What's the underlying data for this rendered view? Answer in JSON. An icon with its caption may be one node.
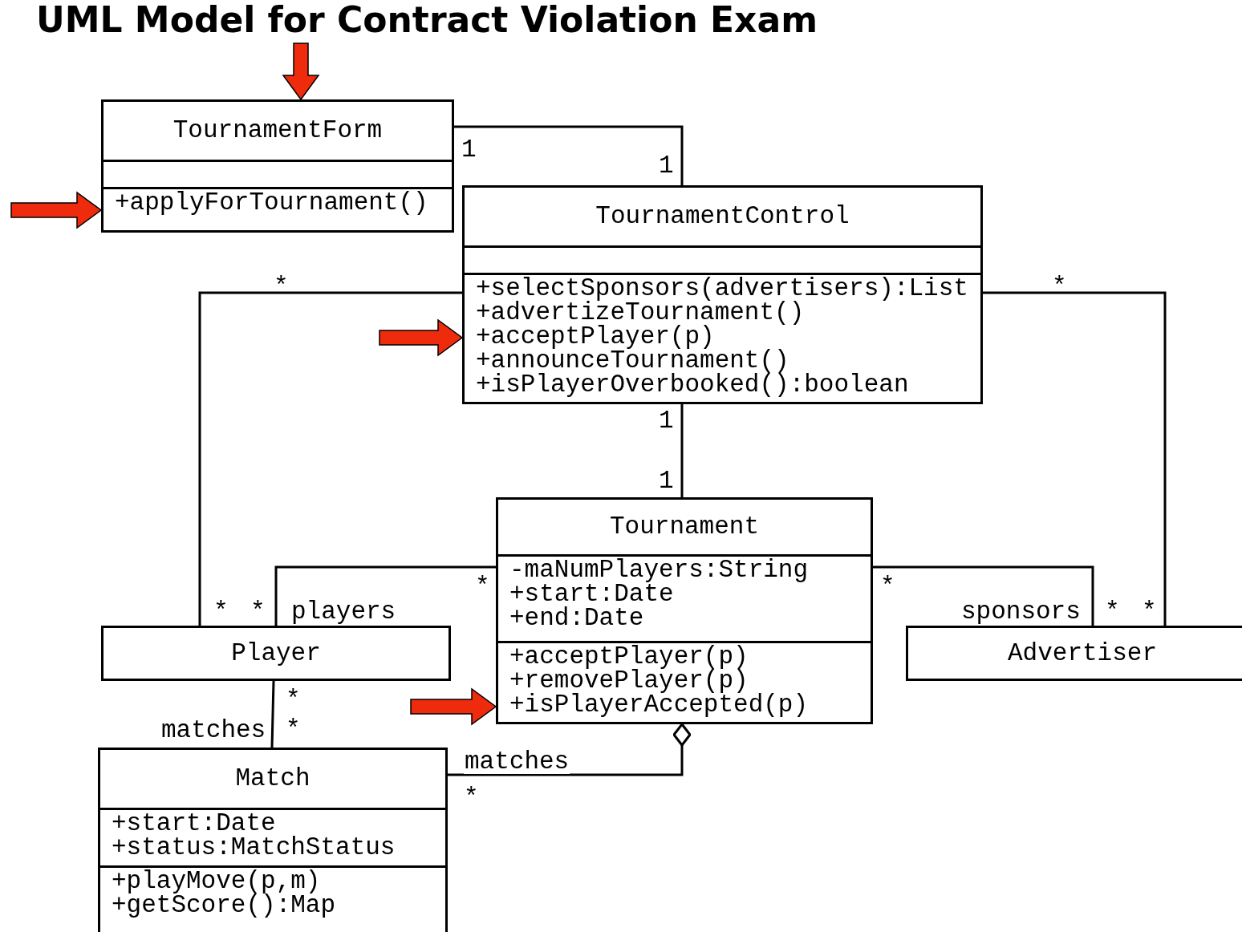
{
  "diagram": {
    "title": "UML Model for Contract Violation Exam",
    "nodes": [
      {
        "text": [
          "TournamentForm",
          "+applyForTournament()"
        ]
      },
      {
        "text": [
          "TournamentControl",
          "+selectSponsors(advertisers):List",
          "+advertizeTournament()",
          "+acceptPlayer(p)",
          "+announceTournament()",
          "+isPlayerOverbooked():boolean"
        ]
      },
      {
        "text": [
          "Tournament",
          "-maNumPlayers:String",
          "+start:Date",
          "+end:Date",
          "+acceptPlayer(p)",
          "+removePlayer(p)",
          "+isPlayerAccepted(p)"
        ]
      },
      {
        "text": [
          "Player"
        ]
      },
      {
        "text": [
          "Advertiser"
        ]
      },
      {
        "text": [
          "Match",
          "+start:Date",
          "+status:MatchStatus",
          "+playMove(p,m)",
          "+getScore():Map"
        ]
      }
    ],
    "edges": [
      {
        "from": 0,
        "to": 1,
        "arrow": "none"
      },
      {
        "from": 1,
        "to": 3,
        "arrow": "none"
      },
      {
        "from": 1,
        "to": 4,
        "arrow": "none"
      },
      {
        "from": 1,
        "to": 2,
        "arrow": "none"
      },
      {
        "from": 2,
        "to": 3,
        "arrow": "none",
        "label": "players"
      },
      {
        "from": 2,
        "to": 4,
        "arrow": "none",
        "label": "sponsors"
      },
      {
        "from": 3,
        "to": 5,
        "arrow": "none",
        "label": "matches"
      },
      {
        "from": 2,
        "to": 5,
        "arrow": "other",
        "label": "matches"
      },
      {
        "from": null,
        "to": 0,
        "arrow": "to",
        "style": "thick",
        "color": "#ee2b0c"
      },
      {
        "from": null,
        "to": 0,
        "arrow": "to",
        "style": "thick",
        "color": "#ee2b0c"
      },
      {
        "from": null,
        "to": 1,
        "arrow": "to",
        "style": "thick",
        "color": "#ee2b0c"
      },
      {
        "from": null,
        "to": 2,
        "arrow": "to",
        "style": "thick",
        "color": "#ee2b0c"
      }
    ],
    "labels": [
      "1",
      "1",
      "*",
      "*",
      "1",
      "1",
      "*",
      "*",
      "*",
      "*",
      "*",
      "*",
      "*",
      "*",
      "*"
    ]
  }
}
